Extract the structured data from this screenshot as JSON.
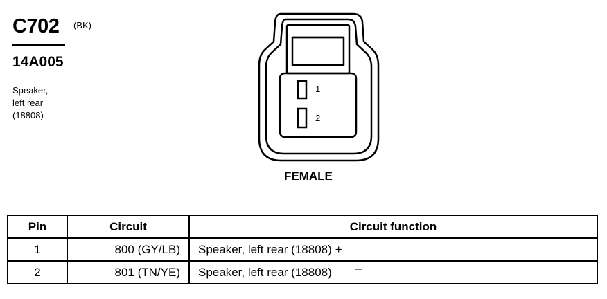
{
  "connector": {
    "id": "C702",
    "color_code": "(BK)",
    "part_number": "14A005",
    "description_lines": [
      "Speaker,",
      "left rear",
      "(18808)"
    ],
    "gender": "FEMALE",
    "pin_labels": [
      "1",
      "2"
    ]
  },
  "table": {
    "headers": {
      "pin": "Pin",
      "circuit": "Circuit",
      "function": "Circuit function"
    },
    "rows": [
      {
        "pin": "1",
        "circuit": "800 (GY/LB)",
        "function": "Speaker, left rear (18808)",
        "polarity": "+"
      },
      {
        "pin": "2",
        "circuit": "801 (TN/YE)",
        "function": "Speaker, left rear (18808)",
        "polarity": "–"
      }
    ]
  }
}
